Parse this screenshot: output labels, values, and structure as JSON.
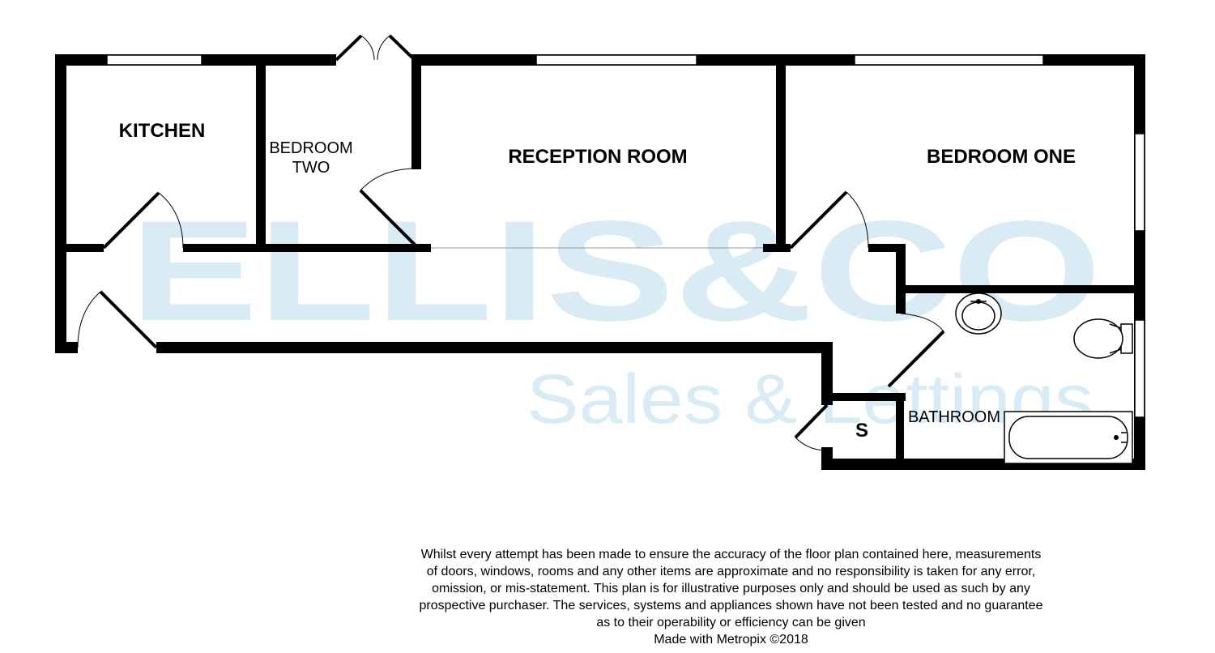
{
  "watermark": {
    "brand": "ELLIS&CO",
    "tagline": "Sales & Lettings"
  },
  "rooms": {
    "kitchen": "KITCHEN",
    "bedroom_two_line1": "BEDROOM",
    "bedroom_two_line2": "TWO",
    "reception_room": "RECEPTION ROOM",
    "bedroom_one": "BEDROOM ONE",
    "bathroom": "BATHROOM",
    "storage": "S"
  },
  "disclaimer": {
    "lines": [
      "Whilst every attempt has been made to ensure the accuracy of the floor plan contained here, measurements",
      "of doors, windows, rooms and any other items are approximate and no responsibility is taken for any error,",
      "omission, or mis-statement. This plan is for illustrative purposes only and should be used as such by any",
      "prospective purchaser. The services, systems and appliances shown have not been tested and no guarantee",
      "as to their operability or efficiency can be given"
    ],
    "credit": "Made with Metropix ©2018"
  }
}
